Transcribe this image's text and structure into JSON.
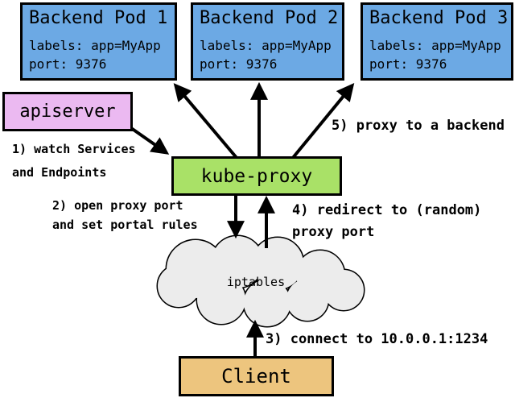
{
  "colors": {
    "backend_pod_fill": "#6CA9E4",
    "apiserver_fill": "#EBB9F1",
    "kube_proxy_fill": "#A9E167",
    "client_fill": "#EDC57E",
    "cloud_fill": "#ECECEC",
    "outline": "#000000"
  },
  "nodes": {
    "backend_pods": [
      {
        "title": "Backend Pod 1",
        "labels_line": "labels: app=MyApp",
        "port_line": "port: 9376"
      },
      {
        "title": "Backend Pod 2",
        "labels_line": "labels: app=MyApp",
        "port_line": "port: 9376"
      },
      {
        "title": "Backend Pod 3",
        "labels_line": "labels: app=MyApp",
        "port_line": "port: 9376"
      }
    ],
    "apiserver": {
      "label": "apiserver"
    },
    "kube_proxy": {
      "label": "kube-proxy"
    },
    "iptables_cloud": {
      "label": "iptables"
    },
    "client": {
      "label": "Client"
    }
  },
  "annotations": {
    "step1": {
      "line1": "1) watch Services",
      "line2": "and Endpoints"
    },
    "step2": {
      "line1": "2) open proxy port",
      "line2": "and set portal rules"
    },
    "step3": {
      "text": "3) connect to 10.0.0.1:1234"
    },
    "step4": {
      "line1": "4) redirect to (random)",
      "line2": "proxy port"
    },
    "step5": {
      "text": "5) proxy to a backend"
    }
  }
}
